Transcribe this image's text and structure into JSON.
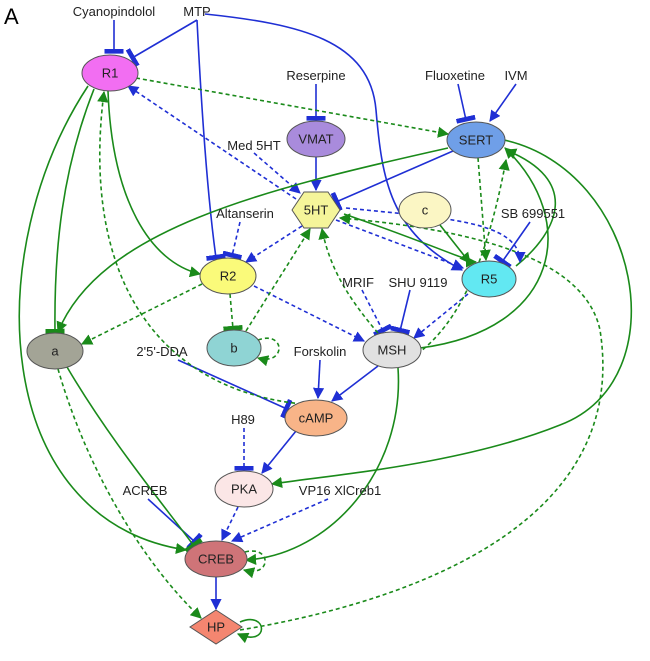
{
  "panel_label": "A",
  "colors": {
    "inhibit": "#1f2fd4",
    "activate": "#1a8a1a"
  },
  "nodes": [
    {
      "id": "R1",
      "label": "R1",
      "shape": "ellipse",
      "fill": "#f26ef2"
    },
    {
      "id": "VMAT",
      "label": "VMAT",
      "shape": "ellipse",
      "fill": "#a98bdc"
    },
    {
      "id": "SERT",
      "label": "SERT",
      "shape": "ellipse",
      "fill": "#6f9fe8"
    },
    {
      "id": "5HT",
      "label": "5HT",
      "shape": "hexagon",
      "fill": "#f5f59a"
    },
    {
      "id": "c",
      "label": "c",
      "shape": "ellipse",
      "fill": "#fbf6c4"
    },
    {
      "id": "R2",
      "label": "R2",
      "shape": "ellipse",
      "fill": "#fafa7a"
    },
    {
      "id": "R5",
      "label": "R5",
      "shape": "ellipse",
      "fill": "#62e8f2"
    },
    {
      "id": "a",
      "label": "a",
      "shape": "ellipse",
      "fill": "#a3a496"
    },
    {
      "id": "b",
      "label": "b",
      "shape": "ellipse",
      "fill": "#8fd4d4"
    },
    {
      "id": "MSH",
      "label": "MSH",
      "shape": "ellipse",
      "fill": "#e1e1e1"
    },
    {
      "id": "cAMP",
      "label": "cAMP",
      "shape": "ellipse",
      "fill": "#f8b488"
    },
    {
      "id": "PKA",
      "label": "PKA",
      "shape": "ellipse",
      "fill": "#fbe6e6"
    },
    {
      "id": "CREB",
      "label": "CREB",
      "shape": "ellipse",
      "fill": "#cf7478"
    },
    {
      "id": "HP",
      "label": "HP",
      "shape": "diamond",
      "fill": "#f48670"
    }
  ],
  "drugs": [
    {
      "id": "Cyanopindolol",
      "label": "Cyanopindolol"
    },
    {
      "id": "MTP",
      "label": "MTP"
    },
    {
      "id": "Reserpine",
      "label": "Reserpine"
    },
    {
      "id": "Fluoxetine",
      "label": "Fluoxetine"
    },
    {
      "id": "IVM",
      "label": "IVM"
    },
    {
      "id": "Med5HT",
      "label": "Med 5HT"
    },
    {
      "id": "Altanserin",
      "label": "Altanserin"
    },
    {
      "id": "SB699551",
      "label": "SB 699551"
    },
    {
      "id": "MRIF",
      "label": "MRIF"
    },
    {
      "id": "SHU9119",
      "label": "SHU 9119"
    },
    {
      "id": "DDA",
      "label": "2'5'-DDA"
    },
    {
      "id": "Forskolin",
      "label": "Forskolin"
    },
    {
      "id": "H89",
      "label": "H89"
    },
    {
      "id": "ACREB",
      "label": "ACREB"
    },
    {
      "id": "VP16",
      "label": "VP16 XlCreb1"
    }
  ],
  "edges": [
    {
      "from": "Cyanopindolol",
      "to": "R1",
      "effect": "inhibit",
      "style": "solid"
    },
    {
      "from": "MTP",
      "to": "R1",
      "effect": "inhibit",
      "style": "solid"
    },
    {
      "from": "MTP",
      "to": "R2",
      "effect": "inhibit",
      "style": "solid"
    },
    {
      "from": "MTP",
      "to": "R5",
      "effect": "activate",
      "style": "solid"
    },
    {
      "from": "Reserpine",
      "to": "VMAT",
      "effect": "inhibit",
      "style": "solid"
    },
    {
      "from": "Fluoxetine",
      "to": "SERT",
      "effect": "inhibit",
      "style": "solid"
    },
    {
      "from": "IVM",
      "to": "SERT",
      "effect": "activate",
      "style": "solid"
    },
    {
      "from": "Med5HT",
      "to": "5HT",
      "effect": "activate",
      "style": "dashed"
    },
    {
      "from": "Altanserin",
      "to": "R2",
      "effect": "inhibit",
      "style": "dashed"
    },
    {
      "from": "SB699551",
      "to": "R5",
      "effect": "inhibit",
      "style": "solid"
    },
    {
      "from": "MRIF",
      "to": "MSH",
      "effect": "inhibit",
      "style": "dashed"
    },
    {
      "from": "SHU9119",
      "to": "MSH",
      "effect": "inhibit",
      "style": "solid"
    },
    {
      "from": "DDA",
      "to": "cAMP",
      "effect": "inhibit",
      "style": "solid"
    },
    {
      "from": "Forskolin",
      "to": "cAMP",
      "effect": "activate",
      "style": "solid"
    },
    {
      "from": "H89",
      "to": "PKA",
      "effect": "inhibit",
      "style": "dashed"
    },
    {
      "from": "ACREB",
      "to": "CREB",
      "effect": "inhibit",
      "style": "solid"
    },
    {
      "from": "VP16",
      "to": "CREB",
      "effect": "activate",
      "style": "dashed"
    },
    {
      "from": "VMAT",
      "to": "5HT",
      "effect": "activate",
      "style": "solid"
    },
    {
      "from": "SERT",
      "to": "5HT",
      "effect": "inhibit",
      "style": "solid"
    },
    {
      "from": "5HT",
      "to": "R1",
      "effect": "activate",
      "style": "dashed"
    },
    {
      "from": "5HT",
      "to": "R2",
      "effect": "activate",
      "style": "dashed"
    },
    {
      "from": "5HT",
      "to": "R5",
      "effect": "activate",
      "style": "dashed"
    },
    {
      "from": "R1",
      "to": "SERT",
      "effect": "activate",
      "style": "dashed"
    },
    {
      "from": "R2",
      "to": "MSH",
      "effect": "activate",
      "style": "dashed"
    },
    {
      "from": "R5",
      "to": "MSH",
      "effect": "activate",
      "style": "dashed"
    },
    {
      "from": "MSH",
      "to": "cAMP",
      "effect": "activate",
      "style": "solid"
    },
    {
      "from": "cAMP",
      "to": "PKA",
      "effect": "activate",
      "style": "solid"
    },
    {
      "from": "PKA",
      "to": "CREB",
      "effect": "activate",
      "style": "dashed"
    },
    {
      "from": "CREB",
      "to": "HP",
      "effect": "activate",
      "style": "solid"
    },
    {
      "from": "R1",
      "to": "a",
      "effect": "inhibit",
      "style": "solid"
    },
    {
      "from": "R1",
      "to": "R2",
      "effect": "activate",
      "style": "solid"
    },
    {
      "from": "R2",
      "to": "a",
      "effect": "activate",
      "style": "dashed"
    },
    {
      "from": "R2",
      "to": "b",
      "effect": "inhibit",
      "style": "dashed"
    },
    {
      "from": "b",
      "to": "5HT",
      "effect": "activate",
      "style": "dashed"
    },
    {
      "from": "SERT",
      "to": "R5",
      "effect": "activate",
      "style": "dashed"
    },
    {
      "from": "c",
      "to": "R5",
      "effect": "activate",
      "style": "solid"
    },
    {
      "from": "a",
      "to": "CREB",
      "effect": "inhibit",
      "style": "solid"
    },
    {
      "from": "a",
      "to": "HP",
      "effect": "activate",
      "style": "dashed"
    },
    {
      "from": "MSH",
      "to": "5HT",
      "effect": "activate",
      "style": "dashed"
    },
    {
      "from": "MSH",
      "to": "CREB",
      "effect": "activate",
      "style": "solid"
    },
    {
      "from": "SERT",
      "to": "a",
      "effect": "activate",
      "style": "solid"
    },
    {
      "from": "SERT",
      "to": "PKA",
      "effect": "activate",
      "style": "solid"
    }
  ]
}
